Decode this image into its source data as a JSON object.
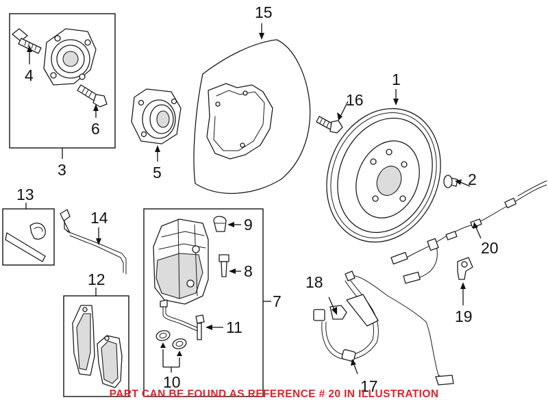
{
  "callouts": {
    "c1": "1",
    "c2": "2",
    "c3": "3",
    "c4": "4",
    "c5": "5",
    "c6": "6",
    "c7": "7",
    "c8": "8",
    "c9": "9",
    "c10": "10",
    "c11": "11",
    "c12": "12",
    "c13": "13",
    "c14": "14",
    "c15": "15",
    "c16": "16",
    "c17": "17",
    "c18": "18",
    "c19": "19",
    "c20": "20"
  },
  "footer_note": "PART CAN BE FOUND AS REFERENCE # 20 IN ILLUSTRATION",
  "colors": {
    "note": "#d9262b",
    "line": "#1a1a1a"
  }
}
